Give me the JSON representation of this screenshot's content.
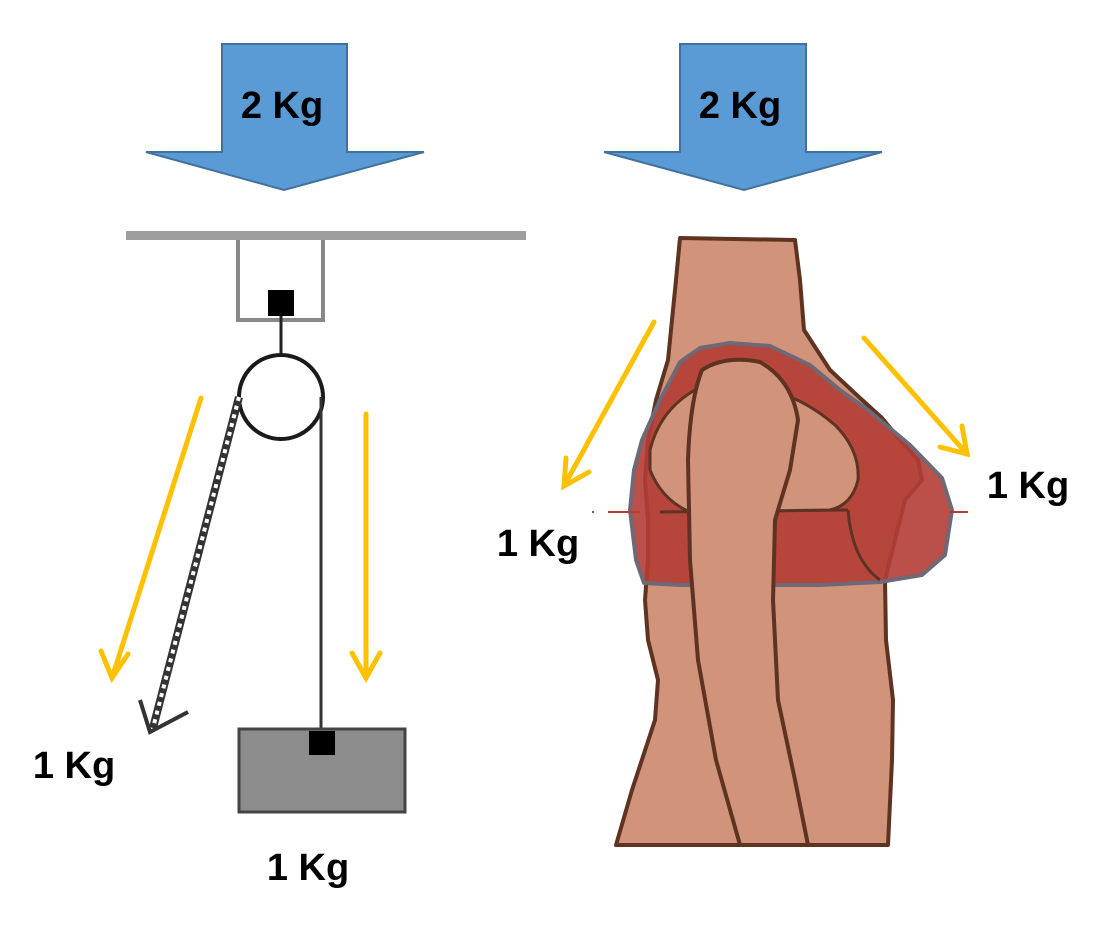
{
  "left_panel": {
    "top_force_label": "2 Kg",
    "left_force_label": "1 Kg",
    "weight_label": "1 Kg"
  },
  "right_panel": {
    "top_force_label": "2 Kg",
    "back_force_label": "1 Kg",
    "front_force_label": "1 Kg"
  },
  "colors": {
    "force_arrow_fill": "#5b9bd5",
    "component_arrow": "#ffc000",
    "skin": "#d1937a",
    "outline": "#5e3322",
    "bra": "#b33d35",
    "weight_block": "#8c8c8c",
    "ceiling": "#9e9e9e"
  },
  "icons": [
    "down-block-arrow-icon",
    "pulley-icon",
    "weight-block-icon",
    "torso-figure-icon"
  ]
}
